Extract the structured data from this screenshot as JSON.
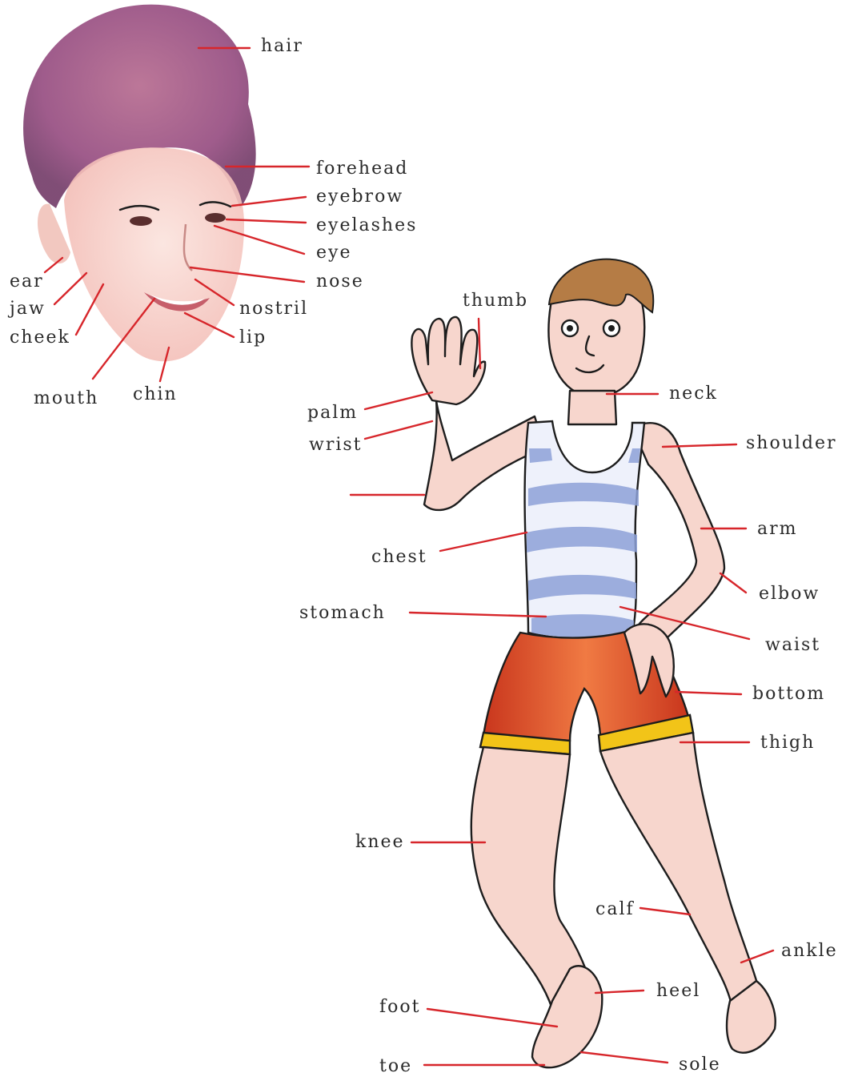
{
  "face": {
    "labels": {
      "hair": "hair",
      "forehead": "forehead",
      "eyebrow": "eyebrow",
      "eyelashes": "eyelashes",
      "eye": "eye",
      "nose": "nose",
      "nostril": "nostril",
      "lip": "lip",
      "ear": "ear",
      "jaw": "jaw",
      "cheek": "cheek",
      "mouth": "mouth",
      "chin": "chin"
    }
  },
  "body": {
    "labels": {
      "thumb": "thumb",
      "palm": "palm",
      "wrist": "wrist",
      "neck": "neck",
      "shoulder": "shoulder",
      "arm": "arm",
      "chest": "chest",
      "elbow": "elbow",
      "stomach": "stomach",
      "waist": "waist",
      "bottom": "bottom",
      "thigh": "thigh",
      "knee": "knee",
      "calf": "calf",
      "ankle": "ankle",
      "heel": "heel",
      "foot": "foot",
      "toe": "toe",
      "sole": "sole"
    }
  },
  "colors": {
    "leader_line": "#d7262b",
    "hair": "#8e3f77",
    "skin": "#f7d6cd",
    "shirt_stripe": "#8ea2d8",
    "shorts": "#e4572c",
    "shorts_cuff": "#f2c418"
  }
}
